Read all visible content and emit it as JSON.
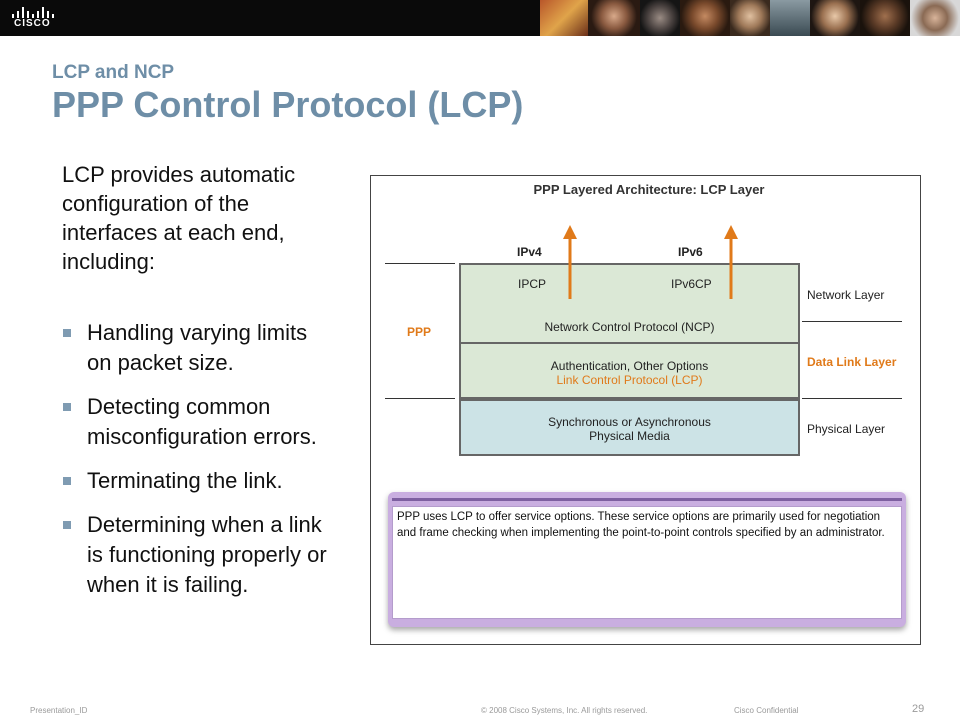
{
  "header": {
    "logo_text": "CISCO"
  },
  "slide": {
    "subtitle": "LCP and NCP",
    "title": "PPP Control Protocol (LCP)",
    "intro": "LCP provides automatic configuration of the interfaces at each end, including:",
    "bullets": [
      "Handling varying limits on packet size.",
      "Detecting common misconfiguration errors.",
      "Terminating the link.",
      "Determining when a link is functioning properly or when it is failing."
    ]
  },
  "diagram": {
    "title": "PPP Layered Architecture: LCP Layer",
    "protocols": [
      "IPv4",
      "IPv6"
    ],
    "ncp_items": [
      "IPCP",
      "IPv6CP"
    ],
    "ncp_label": "Network Control Protocol (NCP)",
    "lcp_line1": "Authentication, Other Options",
    "lcp_line2": "Link Control Protocol (LCP)",
    "phy_line1": "Synchronous or Asynchronous",
    "phy_line2": "Physical Media",
    "ppp_label": "PPP",
    "layers": {
      "network": "Network Layer",
      "data_link": "Data Link Layer",
      "physical": "Physical Layer"
    },
    "note": "PPP uses LCP to offer service options. These service options are primarily used for negotiation and frame checking when implementing the point-to-point controls specified by an administrator.",
    "colors": {
      "highlight": "#e07a1a",
      "ncp_lcp_fill": "#dbe8d6",
      "physical_fill": "#cce3e6",
      "note_frame": "#c9aee0"
    }
  },
  "footer": {
    "presentation_id": "Presentation_ID",
    "copyright": "© 2008 Cisco Systems, Inc. All rights reserved.",
    "confidential": "Cisco Confidential",
    "page": "29"
  }
}
